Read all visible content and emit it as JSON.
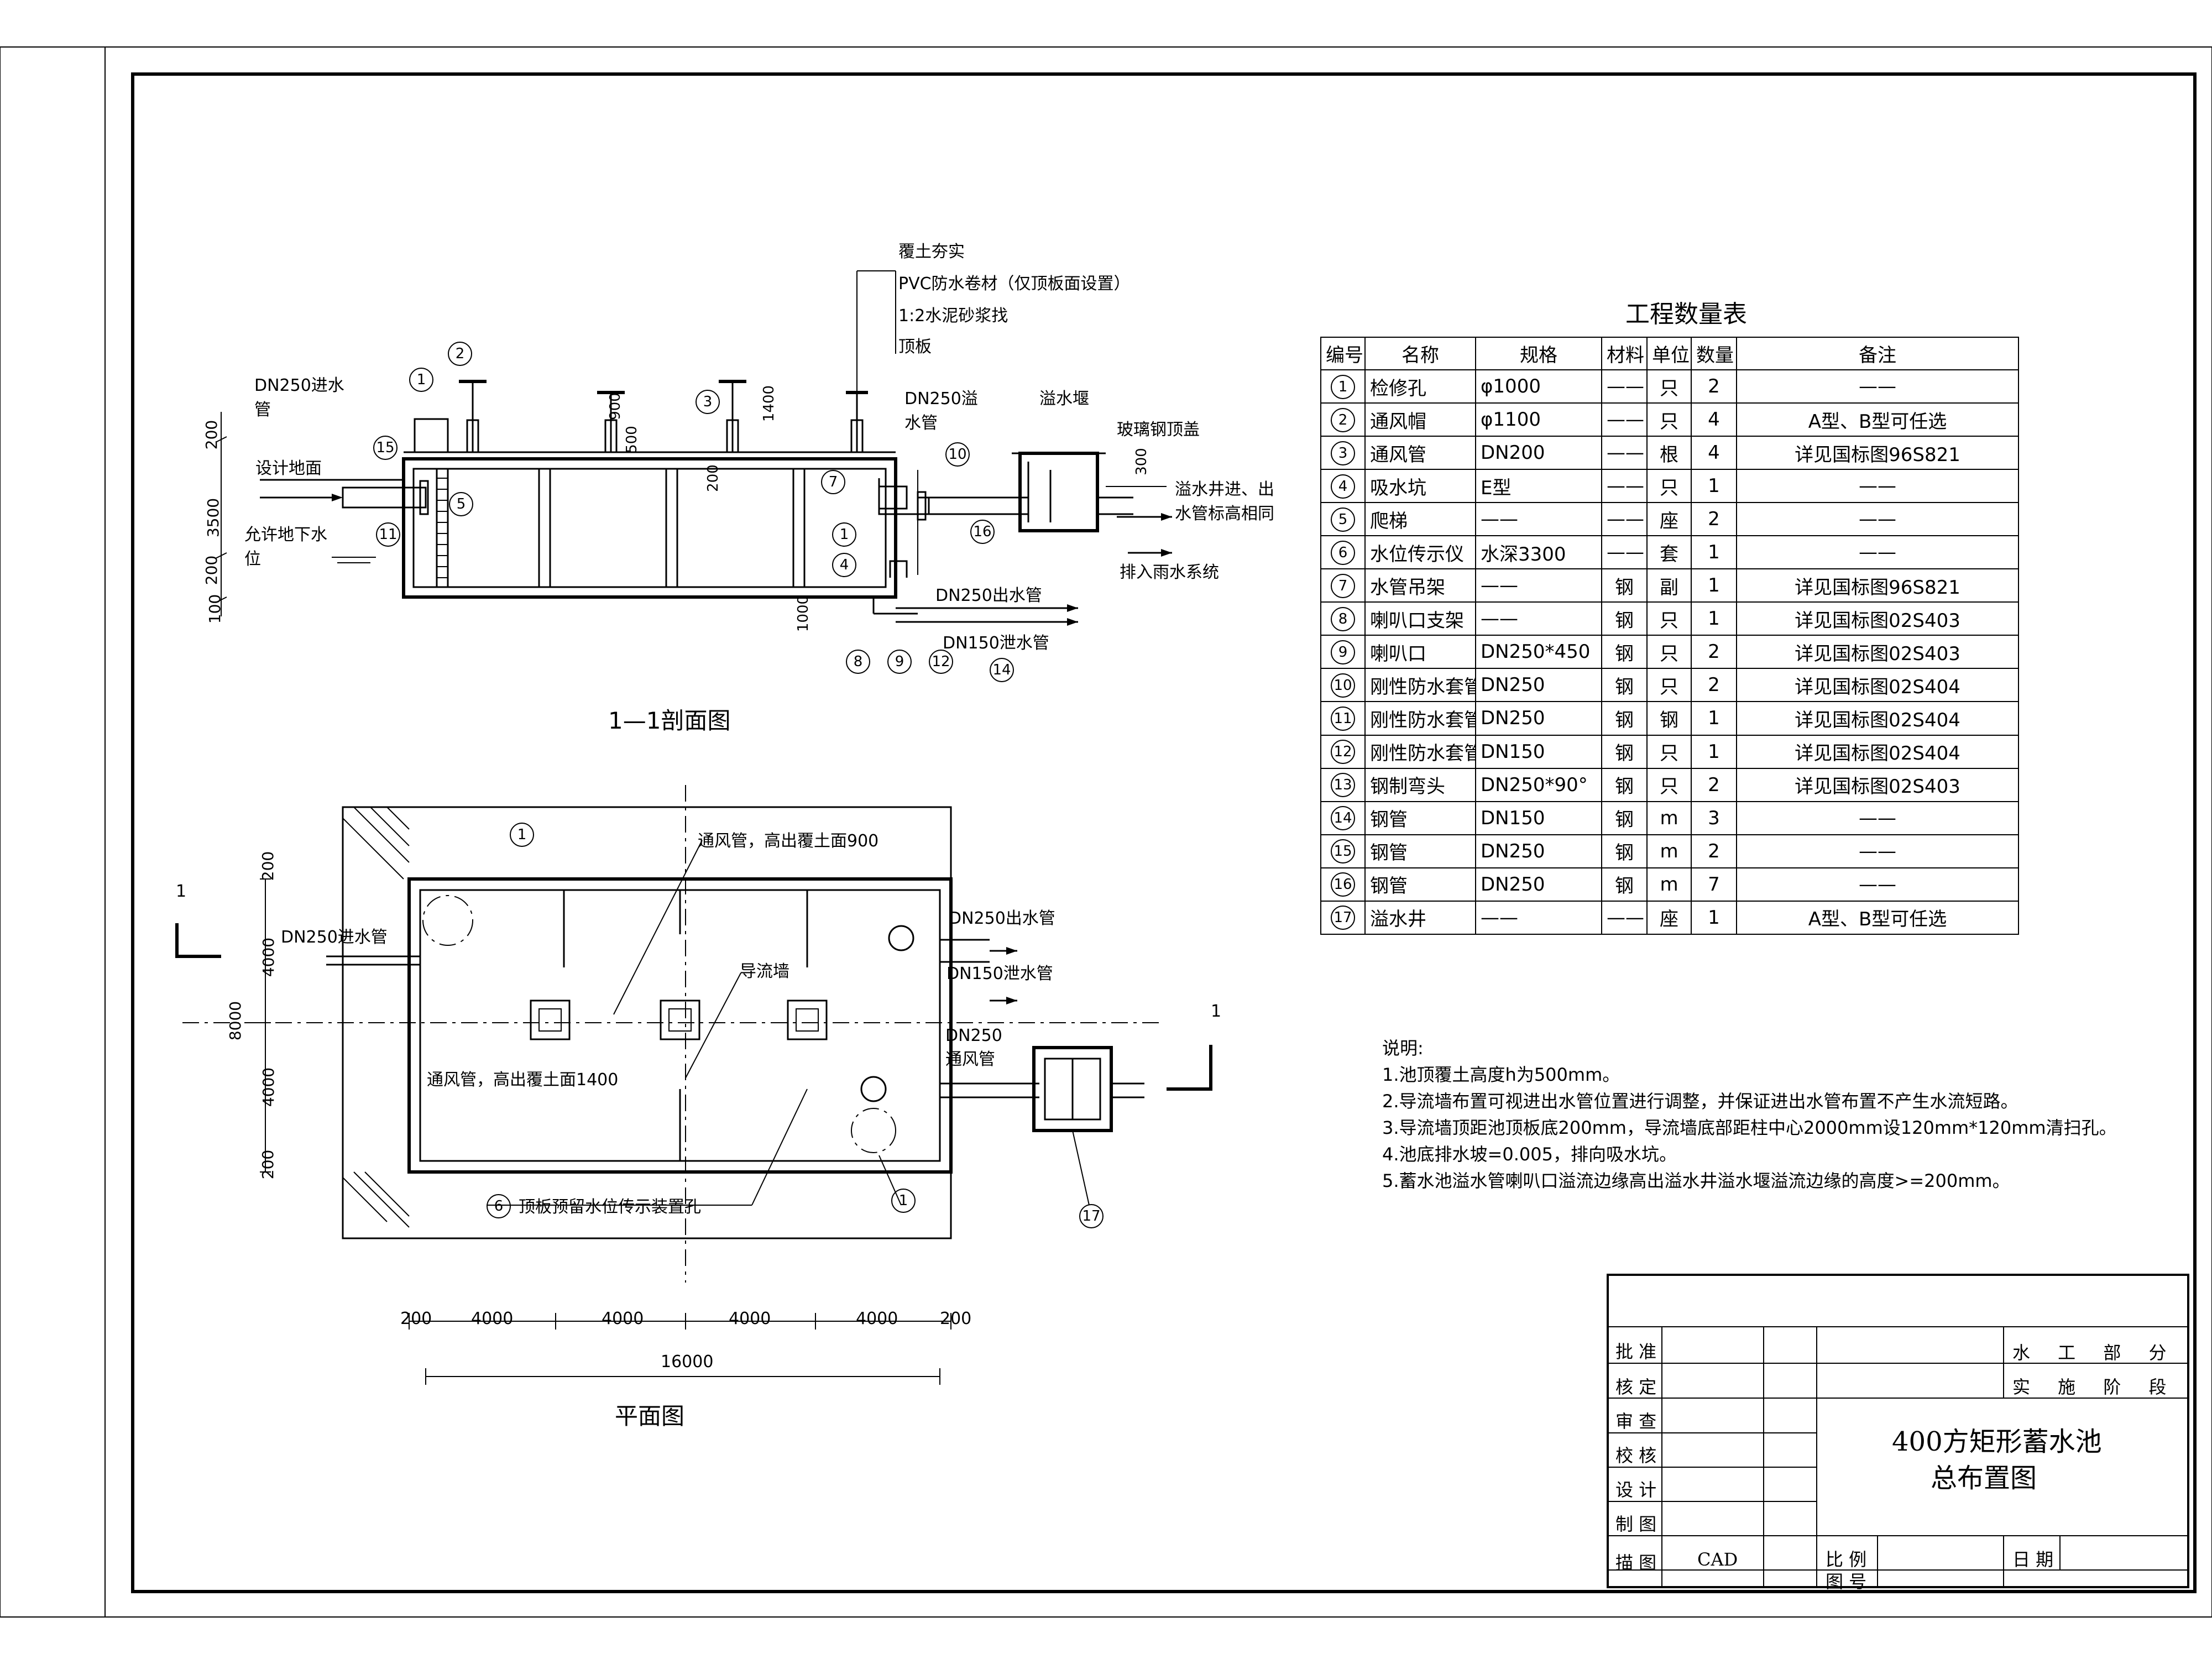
{
  "table": {
    "title": "工程数量表",
    "headers": [
      "编号",
      "名称",
      "规格",
      "材料",
      "单位",
      "数量",
      "备注"
    ],
    "rows": [
      {
        "no": "1",
        "name": "检修孔",
        "spec": "φ1000",
        "mat": "——",
        "unit": "只",
        "qty": "2",
        "note": "——"
      },
      {
        "no": "2",
        "name": "通风帽",
        "spec": "φ1100",
        "mat": "——",
        "unit": "只",
        "qty": "4",
        "note": "A型、B型可任选"
      },
      {
        "no": "3",
        "name": "通风管",
        "spec": "DN200",
        "mat": "——",
        "unit": "根",
        "qty": "4",
        "note": "详见国标图96S821"
      },
      {
        "no": "4",
        "name": "吸水坑",
        "spec": "E型",
        "mat": "——",
        "unit": "只",
        "qty": "1",
        "note": "——"
      },
      {
        "no": "5",
        "name": "爬梯",
        "spec": "——",
        "mat": "——",
        "unit": "座",
        "qty": "2",
        "note": "——"
      },
      {
        "no": "6",
        "name": "水位传示仪",
        "spec": "水深3300",
        "mat": "——",
        "unit": "套",
        "qty": "1",
        "note": "——"
      },
      {
        "no": "7",
        "name": "水管吊架",
        "spec": "——",
        "mat": "钢",
        "unit": "副",
        "qty": "1",
        "note": "详见国标图96S821"
      },
      {
        "no": "8",
        "name": "喇叭口支架",
        "spec": "——",
        "mat": "钢",
        "unit": "只",
        "qty": "1",
        "note": "详见国标图02S403"
      },
      {
        "no": "9",
        "name": "喇叭口",
        "spec": "DN250*450",
        "mat": "钢",
        "unit": "只",
        "qty": "2",
        "note": "详见国标图02S403"
      },
      {
        "no": "10",
        "name": "刚性防水套管",
        "spec": "DN250",
        "mat": "钢",
        "unit": "只",
        "qty": "2",
        "note": "详见国标图02S404"
      },
      {
        "no": "11",
        "name": "刚性防水套管",
        "spec": "DN250",
        "mat": "钢",
        "unit": "钢",
        "qty": "1",
        "note": "详见国标图02S404"
      },
      {
        "no": "12",
        "name": "刚性防水套管",
        "spec": "DN150",
        "mat": "钢",
        "unit": "只",
        "qty": "1",
        "note": "详见国标图02S404"
      },
      {
        "no": "13",
        "name": "钢制弯头",
        "spec": "DN250*90°",
        "mat": "钢",
        "unit": "只",
        "qty": "2",
        "note": "详见国标图02S403"
      },
      {
        "no": "14",
        "name": "钢管",
        "spec": "DN150",
        "mat": "钢",
        "unit": "m",
        "qty": "3",
        "note": "——"
      },
      {
        "no": "15",
        "name": "钢管",
        "spec": "DN250",
        "mat": "钢",
        "unit": "m",
        "qty": "2",
        "note": "——"
      },
      {
        "no": "16",
        "name": "钢管",
        "spec": "DN250",
        "mat": "钢",
        "unit": "m",
        "qty": "7",
        "note": "——"
      },
      {
        "no": "17",
        "name": "溢水井",
        "spec": "——",
        "mat": "——",
        "unit": "座",
        "qty": "1",
        "note": "A型、B型可任选"
      }
    ]
  },
  "notes": {
    "heading": "说明:",
    "items": [
      "1.池顶覆土高度h为500mm。",
      "2.导流墙布置可视进出水管位置进行调整，并保证进出水管布置不产生水流短路。",
      "3.导流墙顶距池顶板底200mm，导流墙底部距柱中心2000mm设120mm*120mm清扫孔。",
      "4.池底排水坡=0.005，排向吸水坑。",
      "5.蓄水池溢水管喇叭口溢流边缘高出溢水井溢水堰溢流边缘的高度>=200mm。"
    ]
  },
  "section": {
    "title": "1—1剖面图",
    "layers": [
      "覆土夯实",
      "PVC防水卷材（仅顶板面设置）",
      "1:2水泥砂浆找",
      "顶板"
    ],
    "inlet_label": "DN250进水管",
    "ground_label": "设计地面",
    "groundwater_label": "允许地下水位",
    "overflow_label": "DN250溢水管",
    "weir_label": "溢水堰",
    "cover_label": "玻璃钢顶盖",
    "well_note": "溢水井进、出水管标高相同",
    "drain_note": "排入雨水系统",
    "outlet_label": "DN250出水管",
    "drainpipe_label": "DN150泄水管",
    "dims_left": [
      "200",
      "3500",
      "200",
      "100"
    ],
    "dims_inner": [
      "500",
      "900",
      "1400",
      "200",
      "300",
      "1000"
    ],
    "markers_top": [
      "1",
      "2",
      "3",
      "15",
      "5",
      "11",
      "7",
      "10",
      "16",
      "1",
      "4",
      "8",
      "9",
      "12",
      "14"
    ]
  },
  "plan": {
    "title": "平面图",
    "vent_high": "通风管，高出覆土面900",
    "vent_low": "通风管，高出覆土面1400",
    "baffle": "导流墙",
    "inlet": "DN250进水管",
    "outlet": "DN250出水管",
    "drain": "DN150泄水管",
    "overflow": "DN250通风管",
    "level_hole": "顶板预留水位传示装置孔",
    "section_mark": "1",
    "marker_levels": "6",
    "marker_manhole_a": "1",
    "marker_manhole_b": "1",
    "marker_well": "17",
    "dims_bottom": [
      "200",
      "4000",
      "4000",
      "4000",
      "4000",
      "200"
    ],
    "dim_total": "16000",
    "dims_left": [
      "200",
      "4000",
      "8000",
      "4000",
      "200"
    ]
  },
  "title_block": {
    "rows": [
      "批 准",
      "核 定",
      "审 查",
      "校 核",
      "设 计",
      "制 图",
      "描 图"
    ],
    "drawer_value": "CAD",
    "dept": "水 工 部 分",
    "stage": "实 施 阶 段",
    "drawing_title_1": "400方矩形蓄水池",
    "drawing_title_2": "总布置图",
    "scale": "比 例",
    "date": "日 期",
    "number": "图 号"
  }
}
